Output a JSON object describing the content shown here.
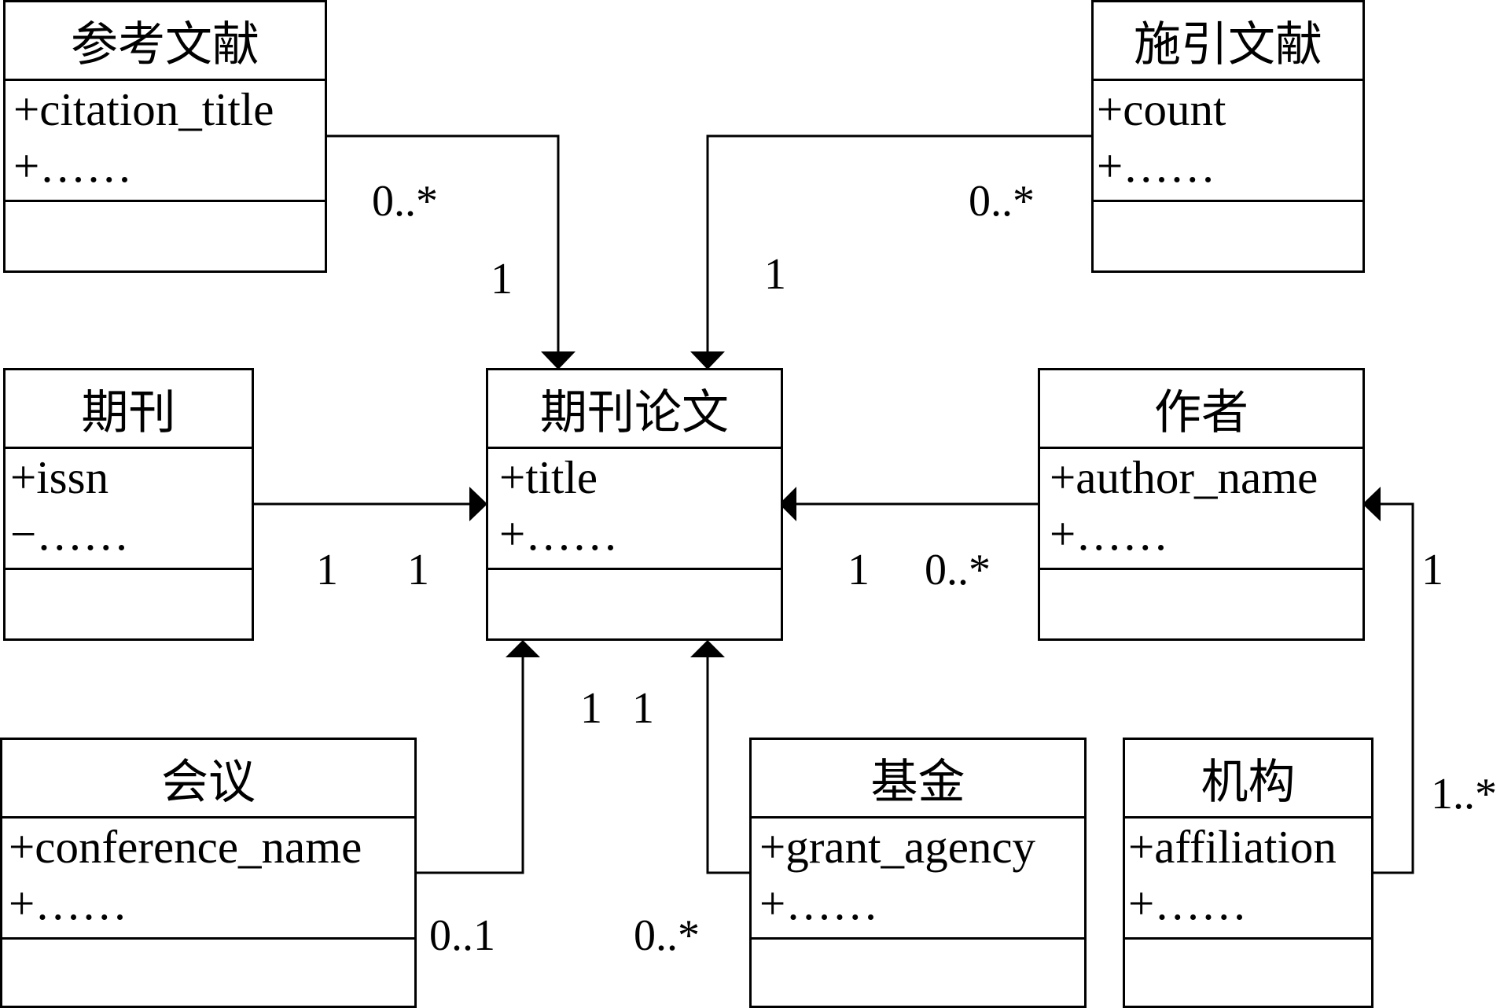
{
  "classes": {
    "references": {
      "name": "参考文献",
      "attributes": [
        "+citation_title",
        "+……"
      ]
    },
    "citing": {
      "name": "施引文献",
      "attributes": [
        "+count",
        "+……"
      ]
    },
    "journal": {
      "name": "期刊",
      "attributes": [
        "+issn",
        "−……"
      ]
    },
    "paper": {
      "name": "期刊论文",
      "attributes": [
        "+title",
        "+……"
      ]
    },
    "author": {
      "name": "作者",
      "attributes": [
        "+author_name",
        "+……"
      ]
    },
    "conference": {
      "name": "会议",
      "attributes": [
        "+conference_name",
        "+……"
      ]
    },
    "fund": {
      "name": "基金",
      "attributes": [
        "+grant_agency",
        "+……"
      ]
    },
    "institution": {
      "name": "机构",
      "attributes": [
        "+affiliation",
        "+……"
      ]
    }
  },
  "multiplicities": {
    "references_far": "0..*",
    "references_near": "1",
    "citing_far": "0..*",
    "citing_near": "1",
    "journal_far": "1",
    "journal_near": "1",
    "author_near": "1",
    "author_far": "0..*",
    "institution_near": "1",
    "institution_far": "1..*",
    "conference_near": "1",
    "fund_near": "1",
    "conference_far": "0..1",
    "fund_far": "0..*"
  }
}
